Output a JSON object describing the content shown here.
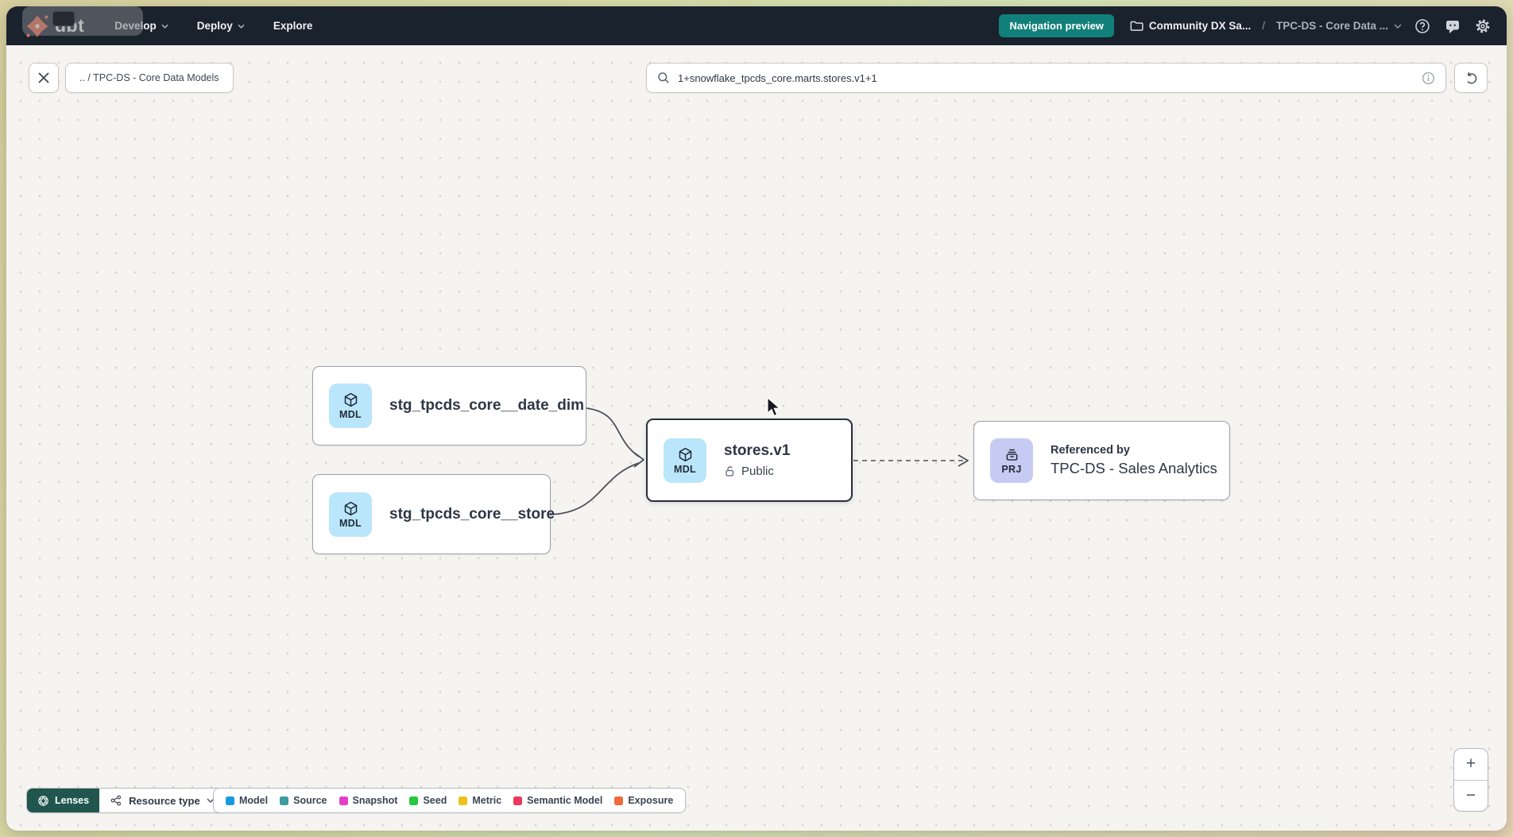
{
  "header": {
    "logo_text": "dbt",
    "nav": [
      {
        "label": "Develop"
      },
      {
        "label": "Deploy"
      },
      {
        "label": "Explore"
      }
    ],
    "preview_badge": "Navigation preview",
    "account": "Community DX Sa...",
    "breadcrumb_separator": "/",
    "project": "TPC-DS - Core Data ..."
  },
  "toolbar": {
    "breadcrumb_chip": ".. / TPC-DS - Core Data Models",
    "search_value": "1+snowflake_tpcds_core.marts.stores.v1+1"
  },
  "graph": {
    "nodes": [
      {
        "badge": "MDL",
        "label": "stg_tpcds_core__date_dim"
      },
      {
        "badge": "MDL",
        "label": "stg_tpcds_core__store"
      },
      {
        "badge": "MDL",
        "label": "stores.v1",
        "access": "Public"
      },
      {
        "badge": "PRJ",
        "kicker": "Referenced by",
        "label": "TPC-DS - Sales Analytics"
      }
    ]
  },
  "footer": {
    "lenses_label": "Lenses",
    "resource_type_label": "Resource type",
    "legend": [
      {
        "label": "Model",
        "color": "#199be0"
      },
      {
        "label": "Source",
        "color": "#3a9ba0"
      },
      {
        "label": "Snapshot",
        "color": "#e53ec8"
      },
      {
        "label": "Seed",
        "color": "#25c83e"
      },
      {
        "label": "Metric",
        "color": "#edc119"
      },
      {
        "label": "Semantic Model",
        "color": "#e93a5a"
      },
      {
        "label": "Exposure",
        "color": "#ef6a3d"
      }
    ],
    "zoom_in": "+",
    "zoom_out": "−"
  }
}
